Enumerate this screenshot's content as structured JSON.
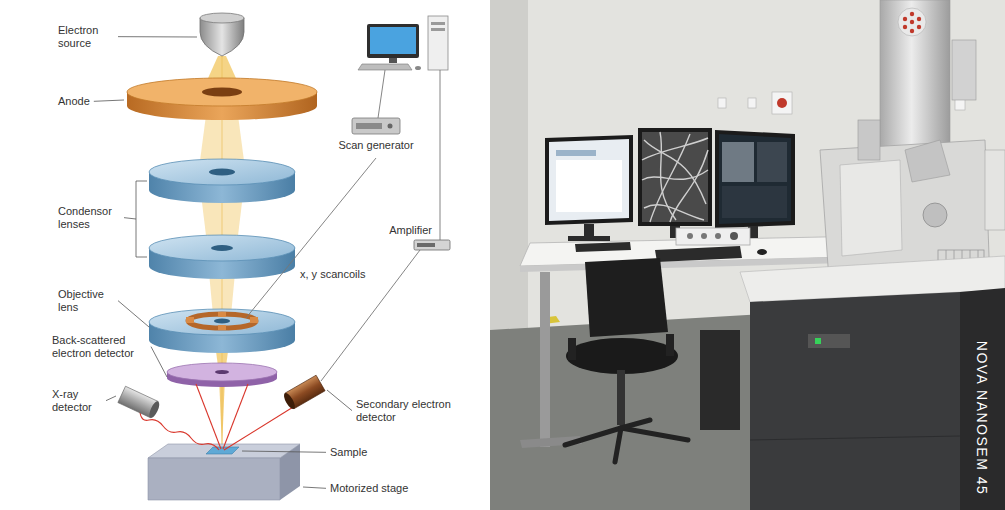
{
  "diagram": {
    "labels": [
      "Electron source",
      "Anode",
      "Scan generator",
      "Condensor lenses",
      "Amplifier",
      "x, y scancoils",
      "Objective lens",
      "Back-scattered electron detector",
      "X-ray detector",
      "Secondary electron detector",
      "Sample",
      "Motorized stage",
      "NOVA NANOSEM 45"
    ]
  }
}
